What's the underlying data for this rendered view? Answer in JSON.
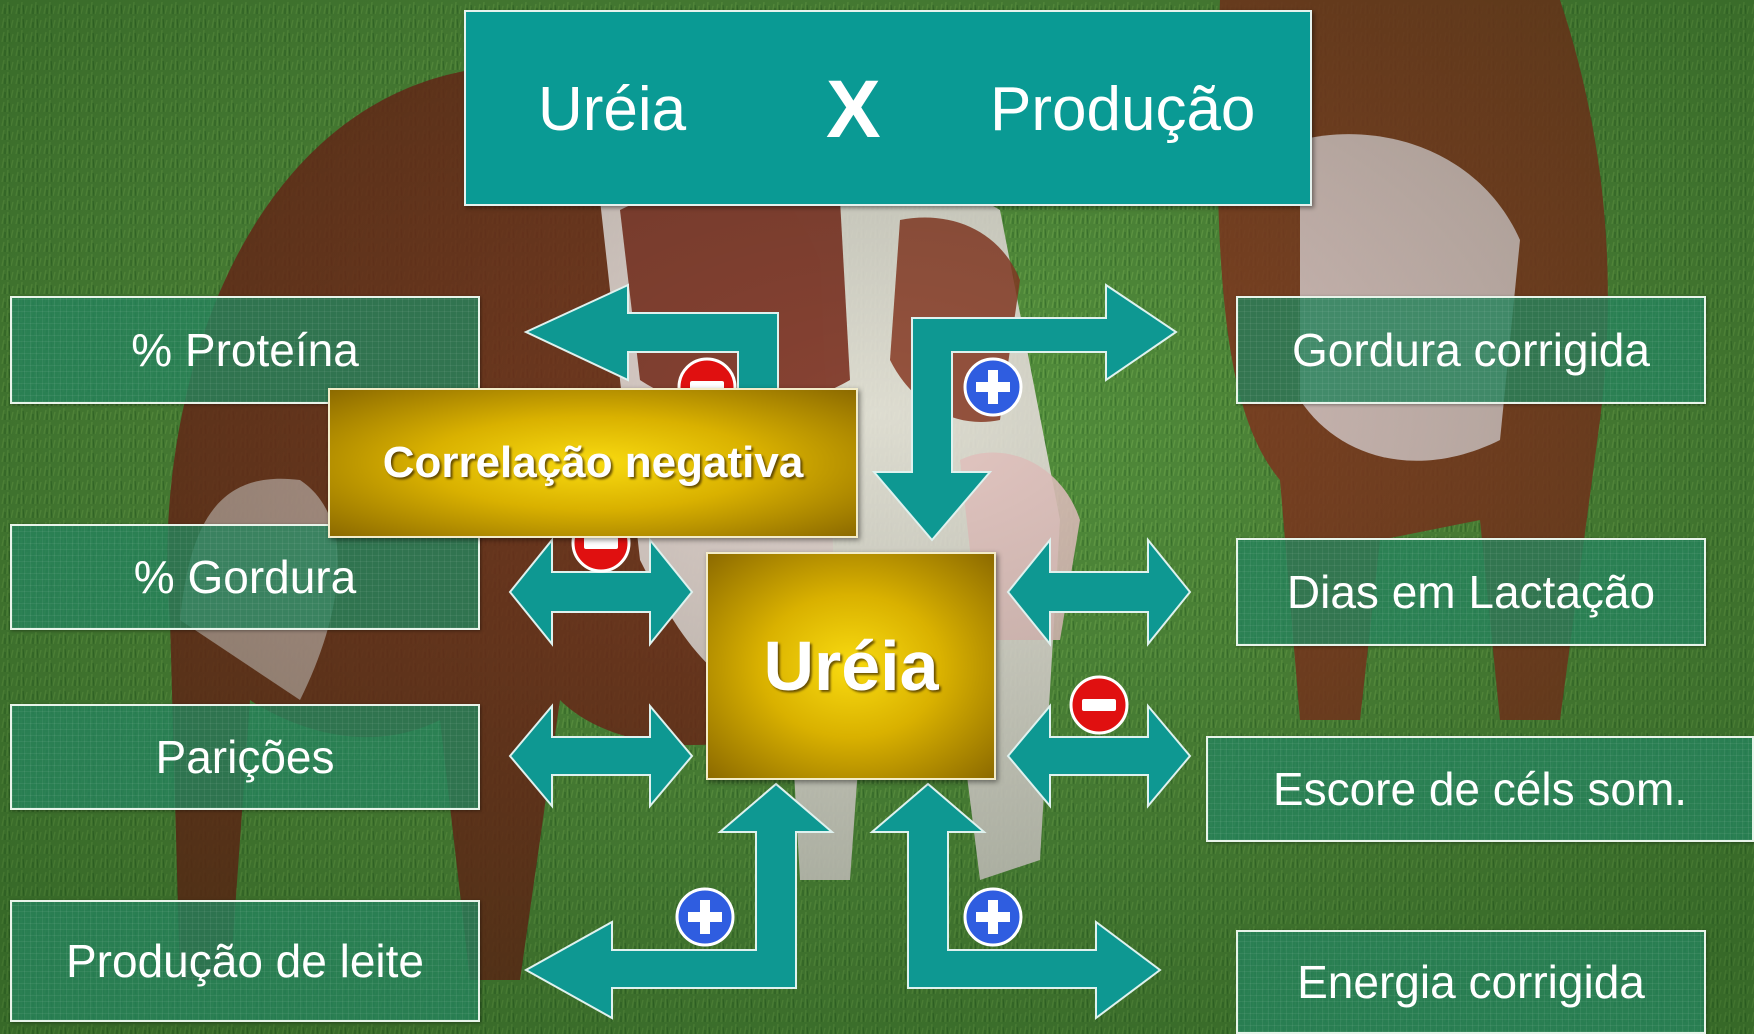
{
  "title": {
    "left": "Uréia",
    "x": "X",
    "right": "Produção"
  },
  "left_boxes": [
    "% Proteína",
    "% Gordura",
    "Parições",
    "Produção de leite"
  ],
  "right_boxes": [
    "Gordura corrigida",
    "Dias em Lactação",
    "Escore de céls som.",
    "Energia corrigida"
  ],
  "center_label": "Uréia",
  "callout_label": "Correlação negativa",
  "colors": {
    "arrow_teal": "#0e9892",
    "box_green": "#26825c",
    "plus_badge": "#2f5de0",
    "minus_badge": "#e01010",
    "gold": "#f9db10"
  },
  "signs": [
    "minus-icon",
    "plus-icon",
    "minus-icon",
    "minus-icon",
    "plus-icon",
    "plus-icon"
  ]
}
